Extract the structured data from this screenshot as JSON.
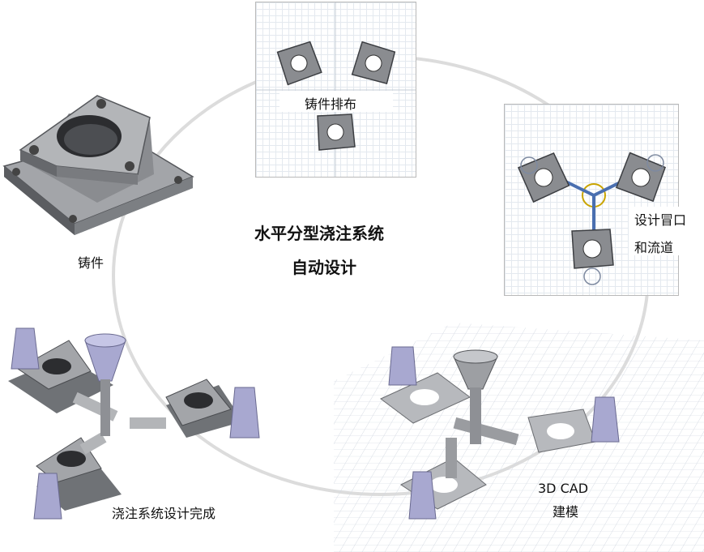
{
  "title": {
    "line1": "水平分型浇注系统",
    "line2": "自动设计"
  },
  "steps": {
    "casting": "铸件",
    "layout": "铸件排布",
    "riser_line1": "设计冒口",
    "riser_line2": "和流道",
    "cad_line1": "3D CAD",
    "cad_line2": "建模",
    "complete": "浇注系统设计完成"
  },
  "colors": {
    "metal": "#8e9095",
    "metal_dark": "#4a4c50",
    "riser": "#a8a8d0",
    "grid": "#d6dde6",
    "arc": "#d9d9d9"
  }
}
